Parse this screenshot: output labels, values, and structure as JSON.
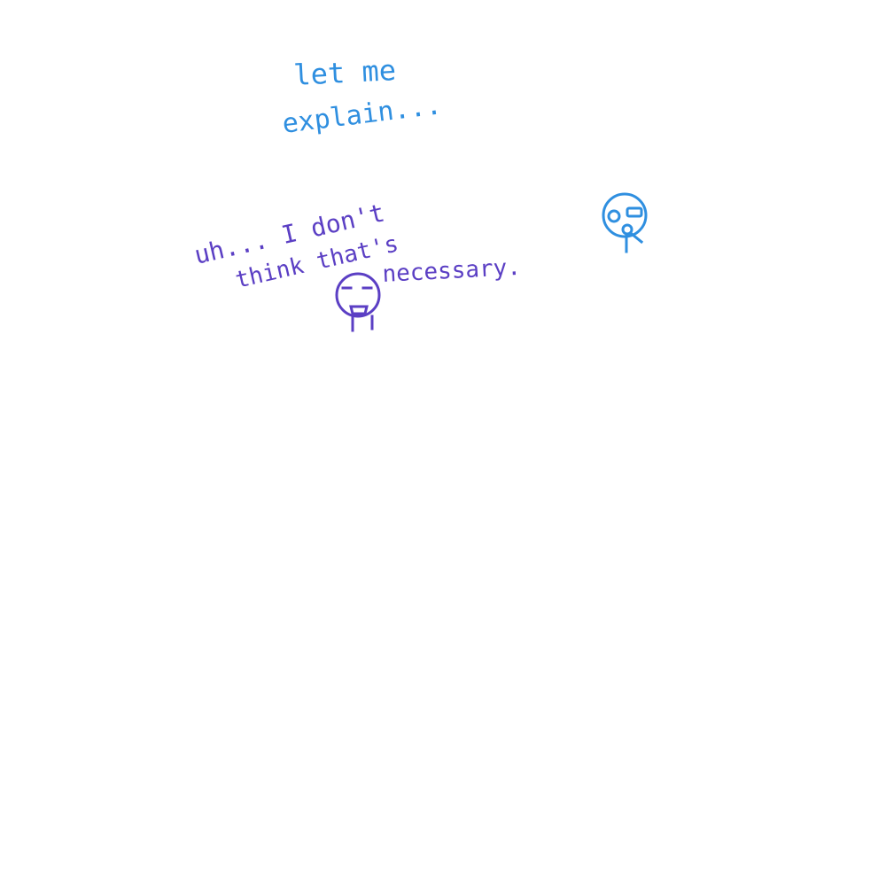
{
  "colors": {
    "background": "#ffffff",
    "blue": "#2f8fe0",
    "purple": "#5b3fc4"
  },
  "blue_speech": {
    "line1": "let me",
    "line2": "explain..."
  },
  "purple_speech": {
    "line1": "uh... I don't",
    "line2": "think that's",
    "line3": "necessary."
  },
  "characters": {
    "blue": "blue-stick-figure",
    "purple": "purple-stick-figure"
  }
}
